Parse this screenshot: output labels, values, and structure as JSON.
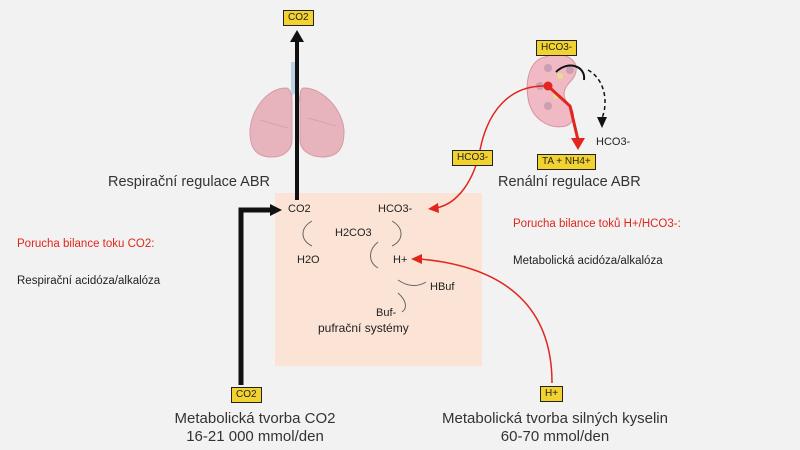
{
  "respiratory": {
    "top_box": "CO2",
    "label": "Respirační regulace ABR"
  },
  "renal": {
    "kidney_box": "HCO3-",
    "side_box": "HCO3-",
    "excretion_box": "TA + NH4+",
    "excreted_label": "HCO3-",
    "label": "Renální regulace ABR"
  },
  "buffer_panel": {
    "co2": "CO2",
    "hco3": "HCO3-",
    "h2co3": "H2CO3",
    "h2o": "H2O",
    "h": "H+",
    "hbuf": "HBuf",
    "buf": "Buf-",
    "systems_label": "pufrační systémy"
  },
  "left_note": {
    "title": "Porucha bilance toku CO2:",
    "text": "Respirační acidóza/alkalóza"
  },
  "right_note": {
    "title": "Porucha bilance toků H+/HCO3-:",
    "text": "Metabolická acidóza/alkalóza"
  },
  "bottom_left": {
    "box": "CO2",
    "line1": "Metabolická tvorba CO2",
    "line2": "16-21 000 mmol/den"
  },
  "bottom_right": {
    "box": "H+",
    "line1": "Metabolická tvorba silných kyselin",
    "line2": "60-70 mmol/den"
  },
  "colors": {
    "box_fill": "#f2d22e",
    "panel_fill": "#fbe3d5",
    "red": "#e0261d",
    "lungs": "#e7b4bd"
  }
}
